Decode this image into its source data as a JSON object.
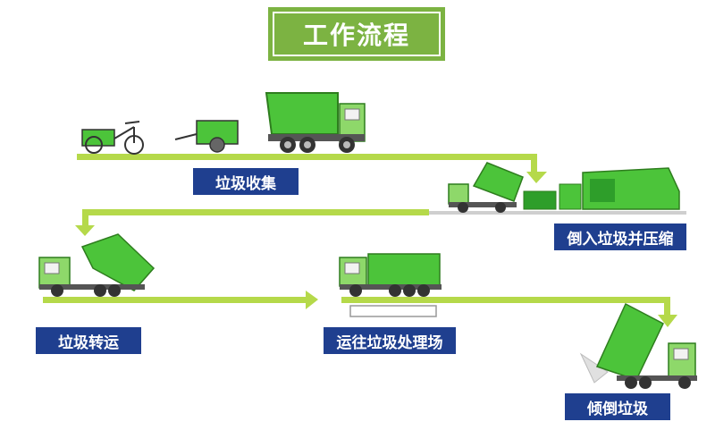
{
  "title": "工作流程",
  "steps": [
    {
      "label": "垃圾收集"
    },
    {
      "label": "倒入垃圾并压缩"
    },
    {
      "label": "垃圾转运"
    },
    {
      "label": "运往垃圾处理场"
    },
    {
      "label": "倾倒垃圾"
    }
  ],
  "colors": {
    "title_bg": "#7cb342",
    "label_bg": "#1f3f8f",
    "arrow": "#b5d94a",
    "vehicle": "#4cc43a",
    "vehicle_dark": "#2e7d1e",
    "cab": "#8ed86a"
  }
}
